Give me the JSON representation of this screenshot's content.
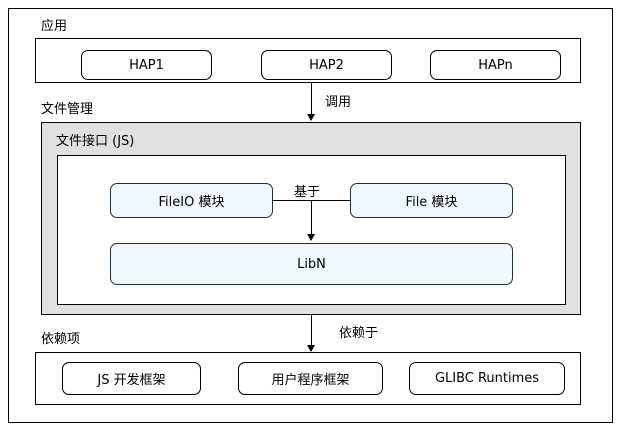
{
  "diagram": {
    "sections": {
      "application": {
        "caption": "应用",
        "nodes": [
          {
            "label": "HAP1"
          },
          {
            "label": "HAP2"
          },
          {
            "label": "HAPn"
          }
        ]
      },
      "file_management": {
        "caption": "文件管理",
        "panel_caption": "文件接口 (JS)",
        "nodes": [
          {
            "label": "FileIO 模块"
          },
          {
            "label": "File 模块"
          },
          {
            "label": "LibN"
          }
        ]
      },
      "dependencies": {
        "caption": "依赖项",
        "nodes": [
          {
            "label": "JS 开发框架"
          },
          {
            "label": "用户程序框架"
          },
          {
            "label": "GLIBC Runtimes"
          }
        ]
      }
    },
    "edges": [
      {
        "label": "调用"
      },
      {
        "label": "基于"
      },
      {
        "label": "依赖于"
      }
    ],
    "colors": {
      "node_fill": "#ffffff",
      "node_fill_blue": "#f0f7fd",
      "panel_fill": "#e0e0e0",
      "stroke": "#000000"
    }
  }
}
